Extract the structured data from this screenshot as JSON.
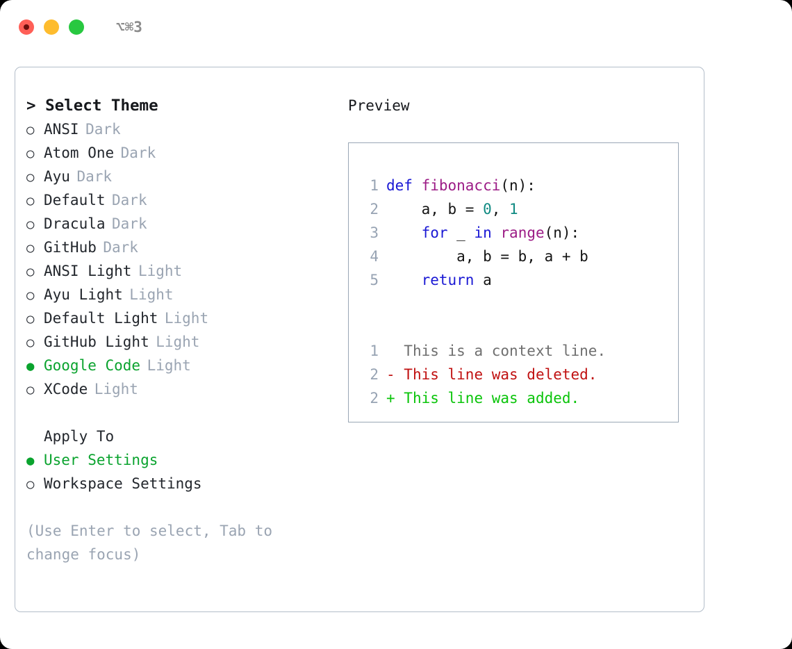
{
  "window": {
    "shortcut_label": "⌥⌘3",
    "traffic_lights": [
      {
        "name": "close",
        "color": "#ff5f57"
      },
      {
        "name": "minimize",
        "color": "#febc2e"
      },
      {
        "name": "maximize",
        "color": "#28c840"
      }
    ]
  },
  "theme_picker": {
    "header": "> Select Theme",
    "prompt_symbol": ">",
    "marker_selected": "●",
    "marker_unselected": "○",
    "accent_color": "#0aa32e",
    "muted_color": "#9aa4b2",
    "options": [
      {
        "marker": "○",
        "label": "ANSI",
        "suffix": "Dark",
        "selected": false
      },
      {
        "marker": "○",
        "label": "Atom One",
        "suffix": "Dark",
        "selected": false
      },
      {
        "marker": "○",
        "label": "Ayu",
        "suffix": "Dark",
        "selected": false
      },
      {
        "marker": "○",
        "label": "Default",
        "suffix": "Dark",
        "selected": false
      },
      {
        "marker": "○",
        "label": "Dracula",
        "suffix": "Dark",
        "selected": false
      },
      {
        "marker": "○",
        "label": "GitHub",
        "suffix": "Dark",
        "selected": false
      },
      {
        "marker": "○",
        "label": "ANSI Light",
        "suffix": "Light",
        "selected": false
      },
      {
        "marker": "○",
        "label": "Ayu Light",
        "suffix": "Light",
        "selected": false
      },
      {
        "marker": "○",
        "label": "Default Light",
        "suffix": "Light",
        "selected": false
      },
      {
        "marker": "○",
        "label": "GitHub Light",
        "suffix": "Light",
        "selected": false
      },
      {
        "marker": "●",
        "label": "Google Code",
        "suffix": "Light",
        "selected": true
      },
      {
        "marker": "○",
        "label": "XCode",
        "suffix": "Light",
        "selected": false
      }
    ]
  },
  "apply_to": {
    "header": "Apply To",
    "options": [
      {
        "marker": "●",
        "label": "User Settings",
        "selected": true
      },
      {
        "marker": "○",
        "label": "Workspace Settings",
        "selected": false
      }
    ]
  },
  "hint": "(Use Enter to select, Tab to change focus)",
  "preview": {
    "title": "Preview",
    "code_lines": [
      {
        "number": "1",
        "tokens": [
          {
            "text": "def ",
            "kind": "kw"
          },
          {
            "text": "fibonacci",
            "kind": "fn"
          },
          {
            "text": "(n):",
            "kind": "pl"
          }
        ]
      },
      {
        "number": "2",
        "tokens": [
          {
            "text": "    a, b = ",
            "kind": "pl"
          },
          {
            "text": "0",
            "kind": "num"
          },
          {
            "text": ", ",
            "kind": "pl"
          },
          {
            "text": "1",
            "kind": "num"
          }
        ]
      },
      {
        "number": "3",
        "tokens": [
          {
            "text": "    ",
            "kind": "pl"
          },
          {
            "text": "for",
            "kind": "kw"
          },
          {
            "text": " _ ",
            "kind": "pl"
          },
          {
            "text": "in",
            "kind": "kw"
          },
          {
            "text": " ",
            "kind": "pl"
          },
          {
            "text": "range",
            "kind": "fn"
          },
          {
            "text": "(n):",
            "kind": "pl"
          }
        ]
      },
      {
        "number": "4",
        "tokens": [
          {
            "text": "        a, b = b, a + b",
            "kind": "pl"
          }
        ]
      },
      {
        "number": "5",
        "tokens": [
          {
            "text": "    ",
            "kind": "pl"
          },
          {
            "text": "return",
            "kind": "kw"
          },
          {
            "text": " a",
            "kind": "pl"
          }
        ]
      }
    ],
    "diff_lines": [
      {
        "number": "1",
        "marker": "  ",
        "text": "This is a context line.",
        "kind": "ctx"
      },
      {
        "number": "2",
        "marker": "- ",
        "text": "This line was deleted.",
        "kind": "del"
      },
      {
        "number": "2",
        "marker": "+ ",
        "text": "This line was added.",
        "kind": "add"
      }
    ],
    "colors": {
      "keyword": "#1a18d4",
      "function": "#9c1c86",
      "number": "#0f8a82",
      "plain": "#141414",
      "line_number": "#97a3b3",
      "diff_context": "#6f6f6f",
      "diff_deleted": "#c01111",
      "diff_added": "#0ac40a"
    }
  }
}
